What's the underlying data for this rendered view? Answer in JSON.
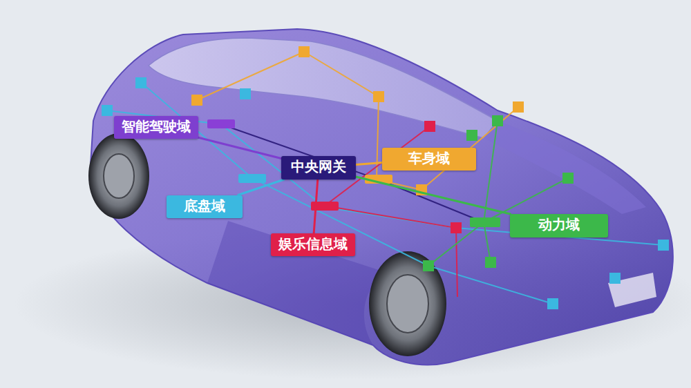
{
  "diagram": {
    "nodes": [
      {
        "text": [
          "智能驾驶域"
        ]
      },
      {
        "text": [
          "中央网关"
        ]
      },
      {
        "text": [
          "车身域"
        ]
      },
      {
        "text": [
          "底盘域"
        ]
      },
      {
        "text": [
          "娱乐信息域"
        ]
      },
      {
        "text": [
          "动力域"
        ]
      }
    ],
    "edges": [
      {
        "from": 1,
        "to": 0,
        "arrow": "none"
      },
      {
        "from": 1,
        "to": 2,
        "arrow": "none"
      },
      {
        "from": 1,
        "to": 3,
        "arrow": "none"
      },
      {
        "from": 1,
        "to": 4,
        "arrow": "none"
      },
      {
        "from": 1,
        "to": 5,
        "arrow": "none"
      }
    ]
  }
}
